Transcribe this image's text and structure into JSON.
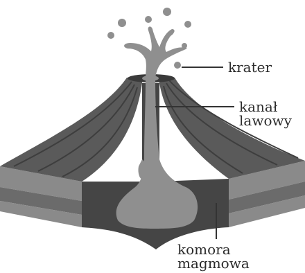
{
  "labels": {
    "krater": "krater",
    "kanal_line1": "kanał",
    "kanal_line2": "lawowy",
    "komora_line1": "komora",
    "komora_line2": "magmowa"
  },
  "colors": {
    "slope": "#5a5a5a",
    "slope_lines": "#3e3e3e",
    "cut_face": "#454545",
    "lava": "#8f8f8f",
    "strata_light": "#8a8a8a",
    "strata_mid": "#6b6b6b",
    "strata_dark": "#4a4a4a",
    "leader_line": "#333333"
  }
}
